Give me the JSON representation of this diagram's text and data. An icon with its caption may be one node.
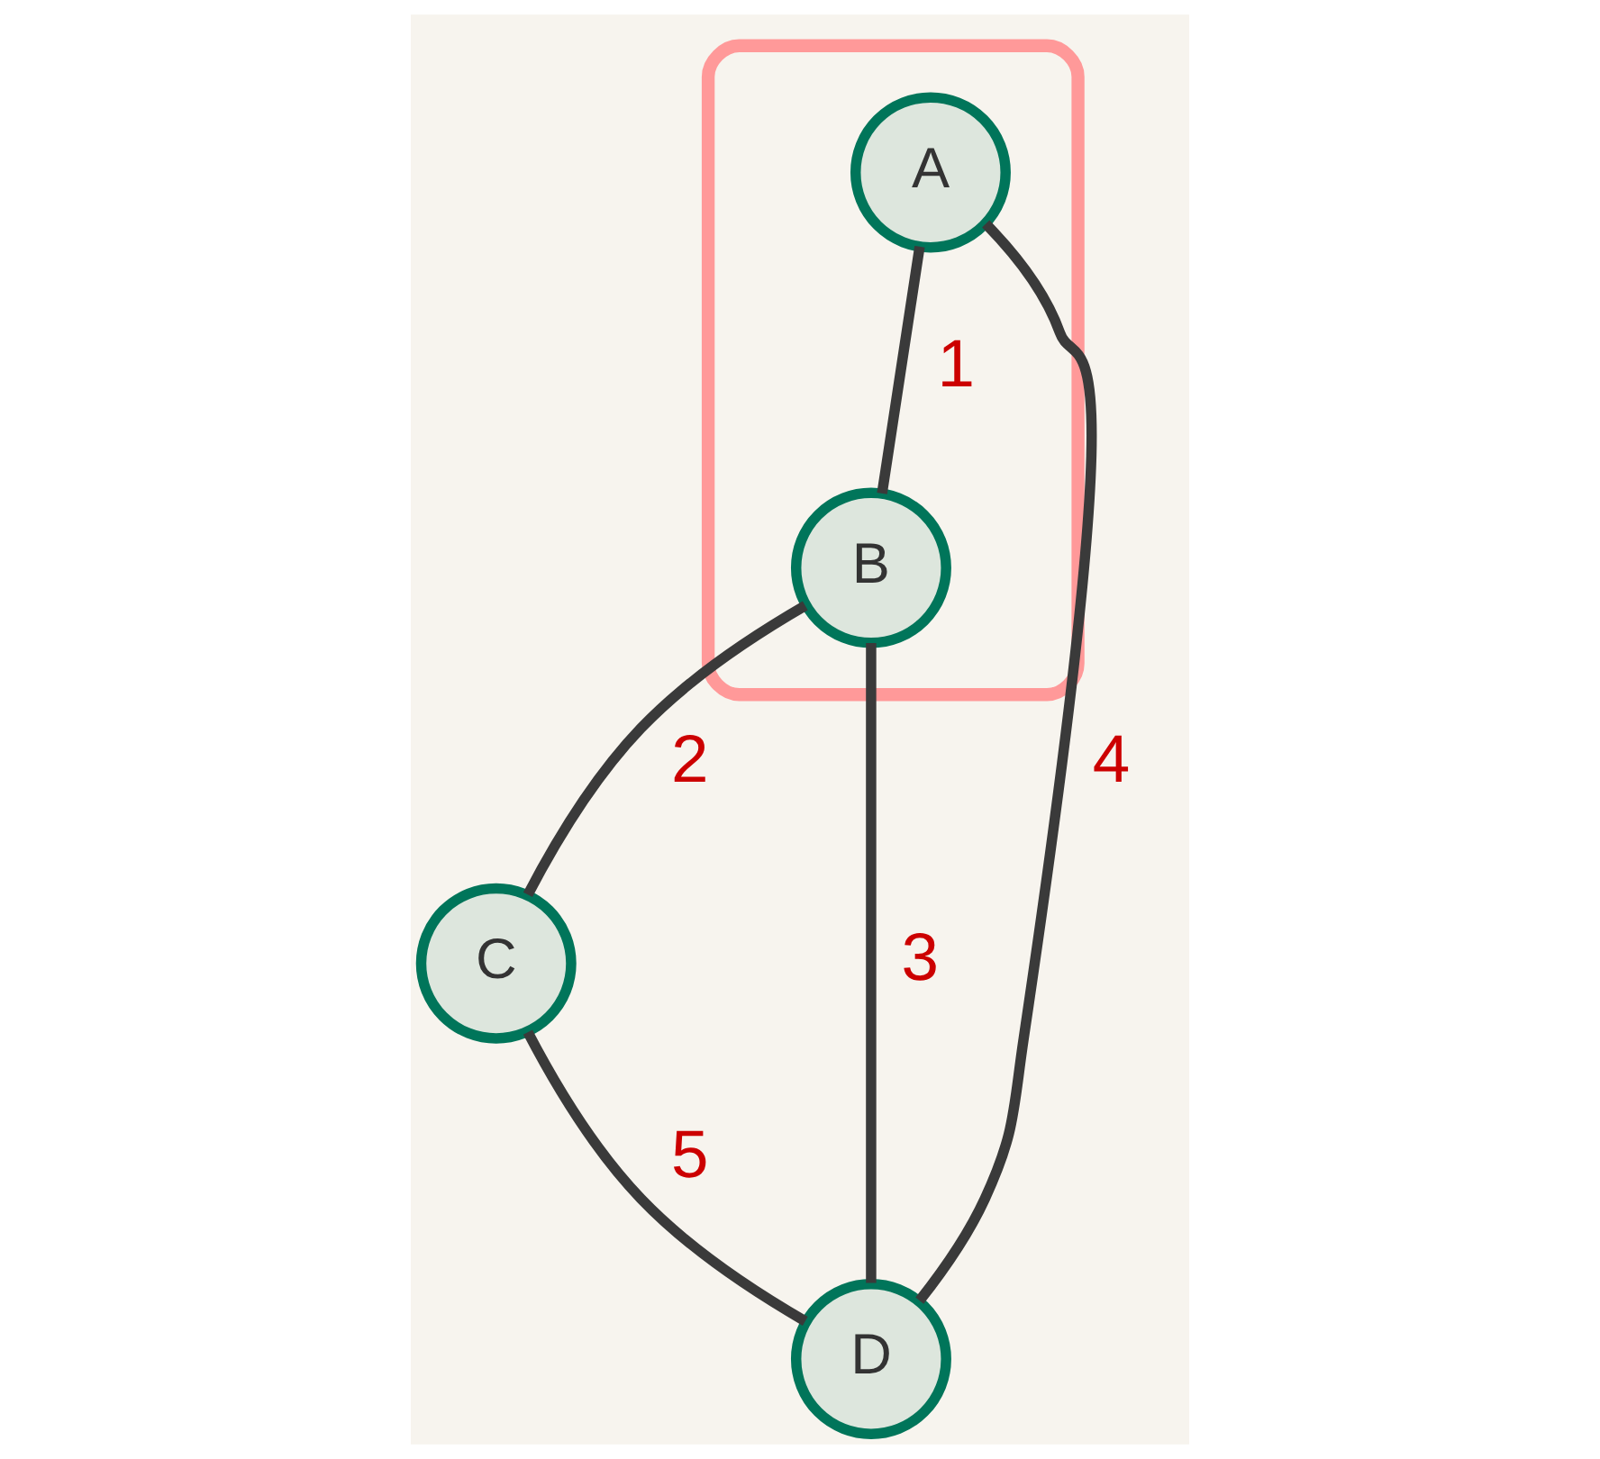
{
  "diagram": {
    "nodes": [
      {
        "text": [],
        "shape": "ellipse"
      },
      {
        "text": [
          "A"
        ],
        "in": 0
      },
      {
        "text": [
          "B"
        ],
        "in": 0
      },
      {
        "text": [
          "C"
        ]
      },
      {
        "text": [
          "D"
        ]
      }
    ],
    "edges": [
      {
        "from": 1,
        "to": 2,
        "arrow": "none",
        "label": "1"
      },
      {
        "from": 2,
        "to": 3,
        "arrow": "none",
        "label": "2"
      },
      {
        "from": 2,
        "to": 4,
        "arrow": "none",
        "label": "3"
      },
      {
        "from": 1,
        "to": 4,
        "arrow": "none",
        "label": "4"
      },
      {
        "from": 3,
        "to": 4,
        "arrow": "none",
        "label": "5"
      }
    ]
  }
}
